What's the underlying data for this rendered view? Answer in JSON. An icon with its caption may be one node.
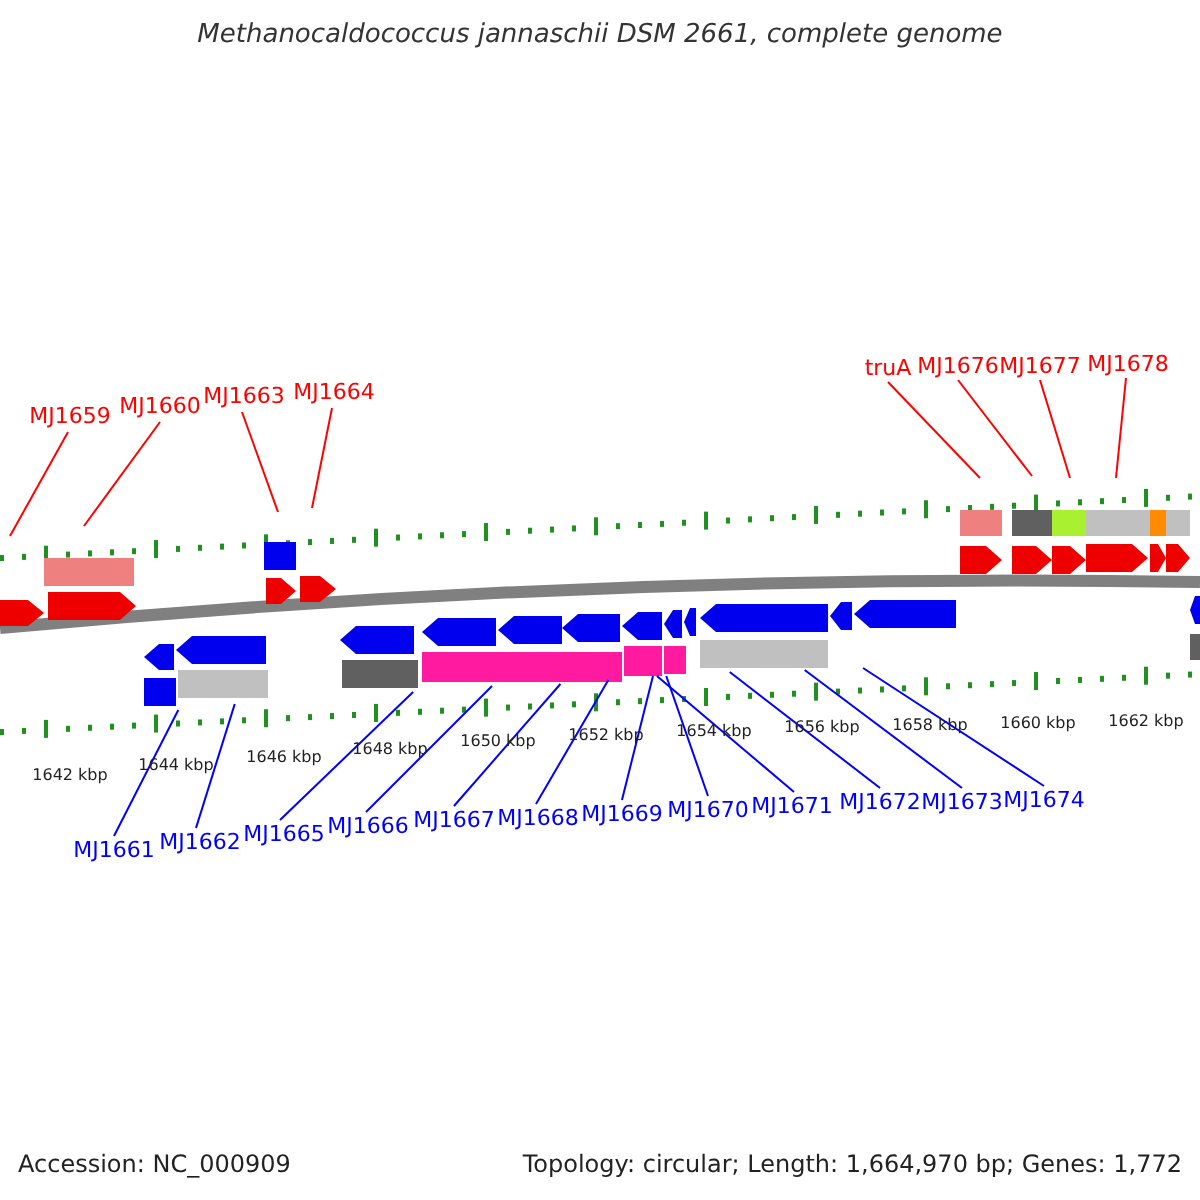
{
  "diagram": {
    "title": "Methanocaldococcus jannaschii DSM 2661, complete genome",
    "nodes": [
      {
        "text": [
          "MJ1659"
        ]
      },
      {
        "text": [
          "MJ1660"
        ]
      },
      {
        "text": [
          "MJ1663"
        ]
      },
      {
        "text": [
          "MJ1664"
        ]
      },
      {
        "text": [
          "truA"
        ]
      },
      {
        "text": [
          "MJ1676"
        ]
      },
      {
        "text": [
          "MJ1677"
        ]
      },
      {
        "text": [
          "MJ1678"
        ]
      },
      {
        "text": [
          "MJ1661"
        ]
      },
      {
        "text": [
          "MJ1662"
        ]
      },
      {
        "text": [
          "MJ1665"
        ]
      },
      {
        "text": [
          "MJ1666"
        ]
      },
      {
        "text": [
          "MJ1667"
        ]
      },
      {
        "text": [
          "MJ1668"
        ]
      },
      {
        "text": [
          "MJ1669"
        ]
      },
      {
        "text": [
          "MJ1670"
        ]
      },
      {
        "text": [
          "MJ1671"
        ]
      },
      {
        "text": [
          "MJ1672"
        ]
      },
      {
        "text": [
          "MJ1673"
        ]
      },
      {
        "text": [
          "MJ1674"
        ]
      }
    ],
    "edges": [
      {
        "from": 0,
        "to": null,
        "arrow": "none",
        "color": "#ff0000"
      },
      {
        "from": 1,
        "to": null,
        "arrow": "none",
        "color": "#ff0000"
      },
      {
        "from": 2,
        "to": null,
        "arrow": "none",
        "color": "#ff0000"
      },
      {
        "from": 3,
        "to": null,
        "arrow": "none",
        "color": "#ff0000"
      },
      {
        "from": 4,
        "to": null,
        "arrow": "none",
        "color": "#ff0000"
      },
      {
        "from": 5,
        "to": null,
        "arrow": "none",
        "color": "#ff0000"
      },
      {
        "from": 6,
        "to": null,
        "arrow": "none",
        "color": "#ff0000"
      },
      {
        "from": 7,
        "to": null,
        "arrow": "none",
        "color": "#ff0000"
      },
      {
        "from": 8,
        "to": null,
        "arrow": "none"
      },
      {
        "from": 9,
        "to": null,
        "arrow": "none"
      },
      {
        "from": 10,
        "to": null,
        "arrow": "none"
      },
      {
        "from": 11,
        "to": null,
        "arrow": "none"
      },
      {
        "from": 12,
        "to": null,
        "arrow": "none"
      },
      {
        "from": 13,
        "to": null,
        "arrow": "none"
      },
      {
        "from": 14,
        "to": null,
        "arrow": "none"
      },
      {
        "from": 15,
        "to": null,
        "arrow": "none"
      },
      {
        "from": 16,
        "to": null,
        "arrow": "none"
      },
      {
        "from": 17,
        "to": null,
        "arrow": "none"
      },
      {
        "from": 18,
        "to": null,
        "arrow": "none"
      },
      {
        "from": 19,
        "to": null,
        "arrow": "none"
      }
    ],
    "labels": [
      "1642 kbp",
      "1644 kbp",
      "1646 kbp",
      "1648 kbp",
      "1650 kbp",
      "1652 kbp",
      "1654 kbp",
      "1656 kbp",
      "1658 kbp",
      "1660 kbp",
      "1662 kbp",
      "Accession: NC_000909",
      "Topology: circular; Length: 1,664,970 bp; Genes: 1,772"
    ]
  }
}
